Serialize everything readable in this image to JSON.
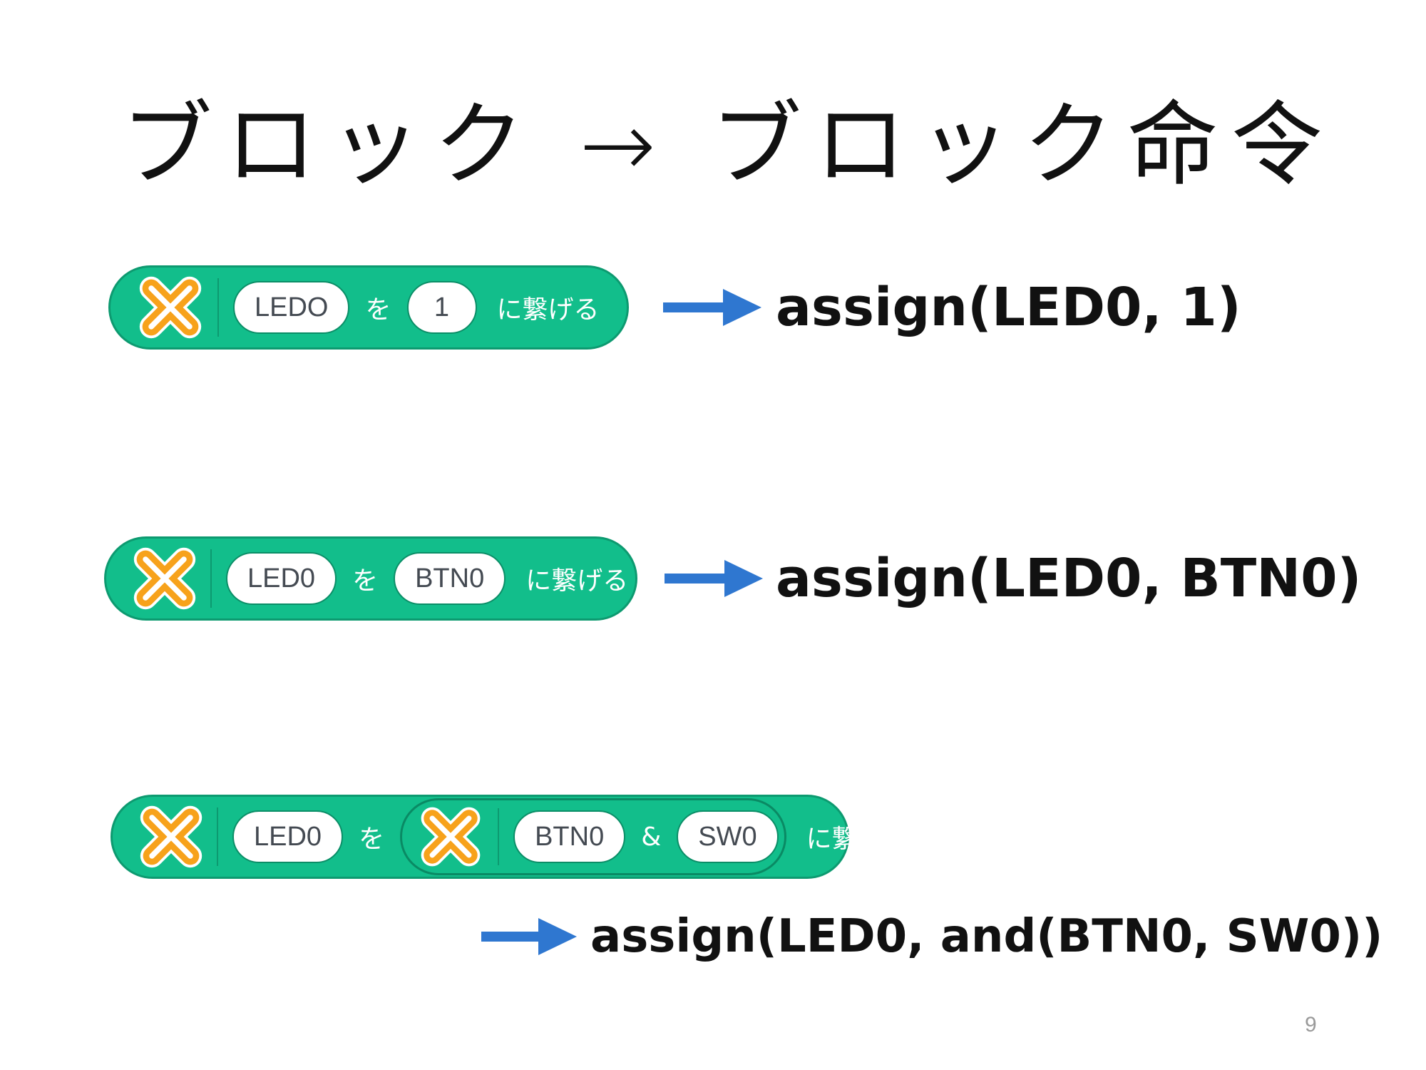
{
  "slide": {
    "title": "ブロック → ブロック命令",
    "page_number": "9",
    "rows": [
      {
        "block": {
          "target": "LEDO",
          "particle": "を",
          "value": "1",
          "action": "に繋げる"
        },
        "code": "assign(LED0, 1)"
      },
      {
        "block": {
          "target": "LED0",
          "particle": "を",
          "value": "BTN0",
          "action": "に繋げる"
        },
        "code": "assign(LED0, BTN0)"
      },
      {
        "block": {
          "target": "LED0",
          "particle": "を",
          "inner_left": "BTN0",
          "inner_op": "&",
          "inner_right": "SW0",
          "action": "に繋げる"
        },
        "code": "assign(LED0, and(BTN0, SW0))"
      }
    ]
  },
  "colors": {
    "block_fill": "#12be8b",
    "block_border": "#0d9a70",
    "icon_orange": "#f7a21b",
    "arrow_blue": "#2f77d0",
    "text": "#111111"
  },
  "icons": {
    "block_icon": "orange-x-icon",
    "arrow": "right-arrow-icon"
  }
}
